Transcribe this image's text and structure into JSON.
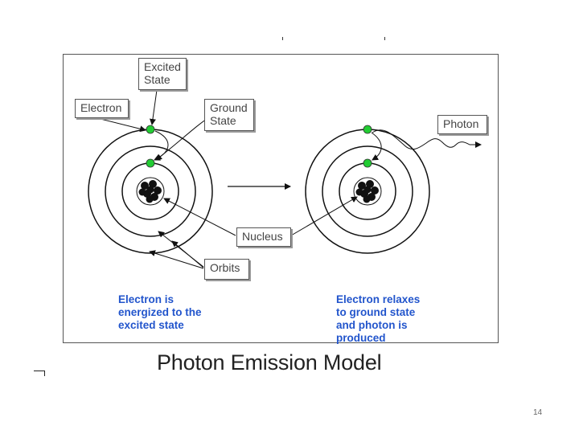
{
  "callouts": {
    "excited_state": "Excited\nState",
    "electron": "Electron",
    "ground_state": "Ground\nState",
    "photon": "Photon",
    "nucleus": "Nucleus",
    "orbits": "Orbits"
  },
  "captions": {
    "left": "Electron is\nenergized to the\nexcited state",
    "right": "Electron relaxes\nto ground state\nand photon is\nproduced"
  },
  "title": "Photon Emission Model",
  "page_number": "14",
  "colors": {
    "electron": "#22cc33",
    "caption": "#2255cc",
    "nucleus": "#111111"
  }
}
